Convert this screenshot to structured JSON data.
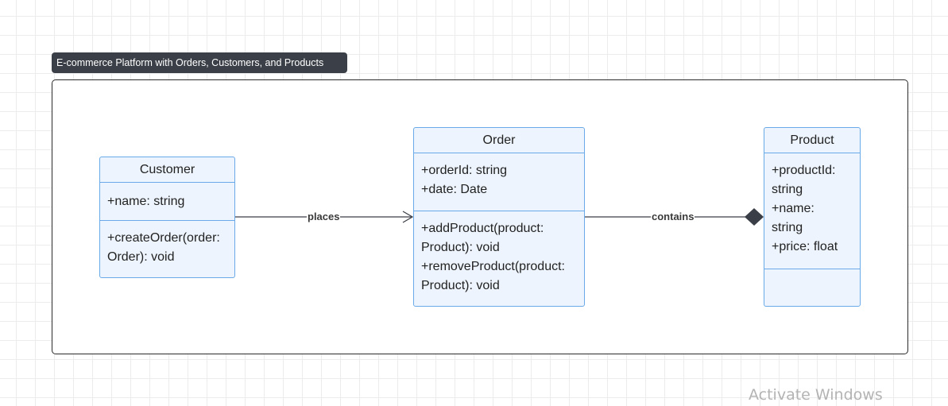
{
  "diagram": {
    "title": "E-commerce Platform with Orders, Customers, and Products",
    "classes": [
      {
        "name": "Customer",
        "attributes": [
          "+name: string"
        ],
        "methods": [
          "+createOrder(order:\nOrder): void"
        ]
      },
      {
        "name": "Order",
        "attributes": [
          "+orderId: string",
          "+date: Date"
        ],
        "methods": [
          "+addProduct(product:\nProduct): void",
          "+removeProduct(product:\nProduct): void"
        ]
      },
      {
        "name": "Product",
        "attributes": [
          "+productId:\nstring",
          "+name:\nstring",
          "+price: float"
        ],
        "methods": []
      }
    ],
    "relations": [
      {
        "label": "places",
        "from": "Customer",
        "to": "Order",
        "type": "association"
      },
      {
        "label": "contains",
        "from": "Order",
        "to": "Product",
        "type": "composition"
      }
    ],
    "colors": {
      "class_fill": "#edf4fd",
      "class_border": "#6aaae8",
      "title_bg": "#3b3f47",
      "connector": "#3a3f47"
    }
  },
  "os_overlay": {
    "watermark": "Activate Windows"
  }
}
